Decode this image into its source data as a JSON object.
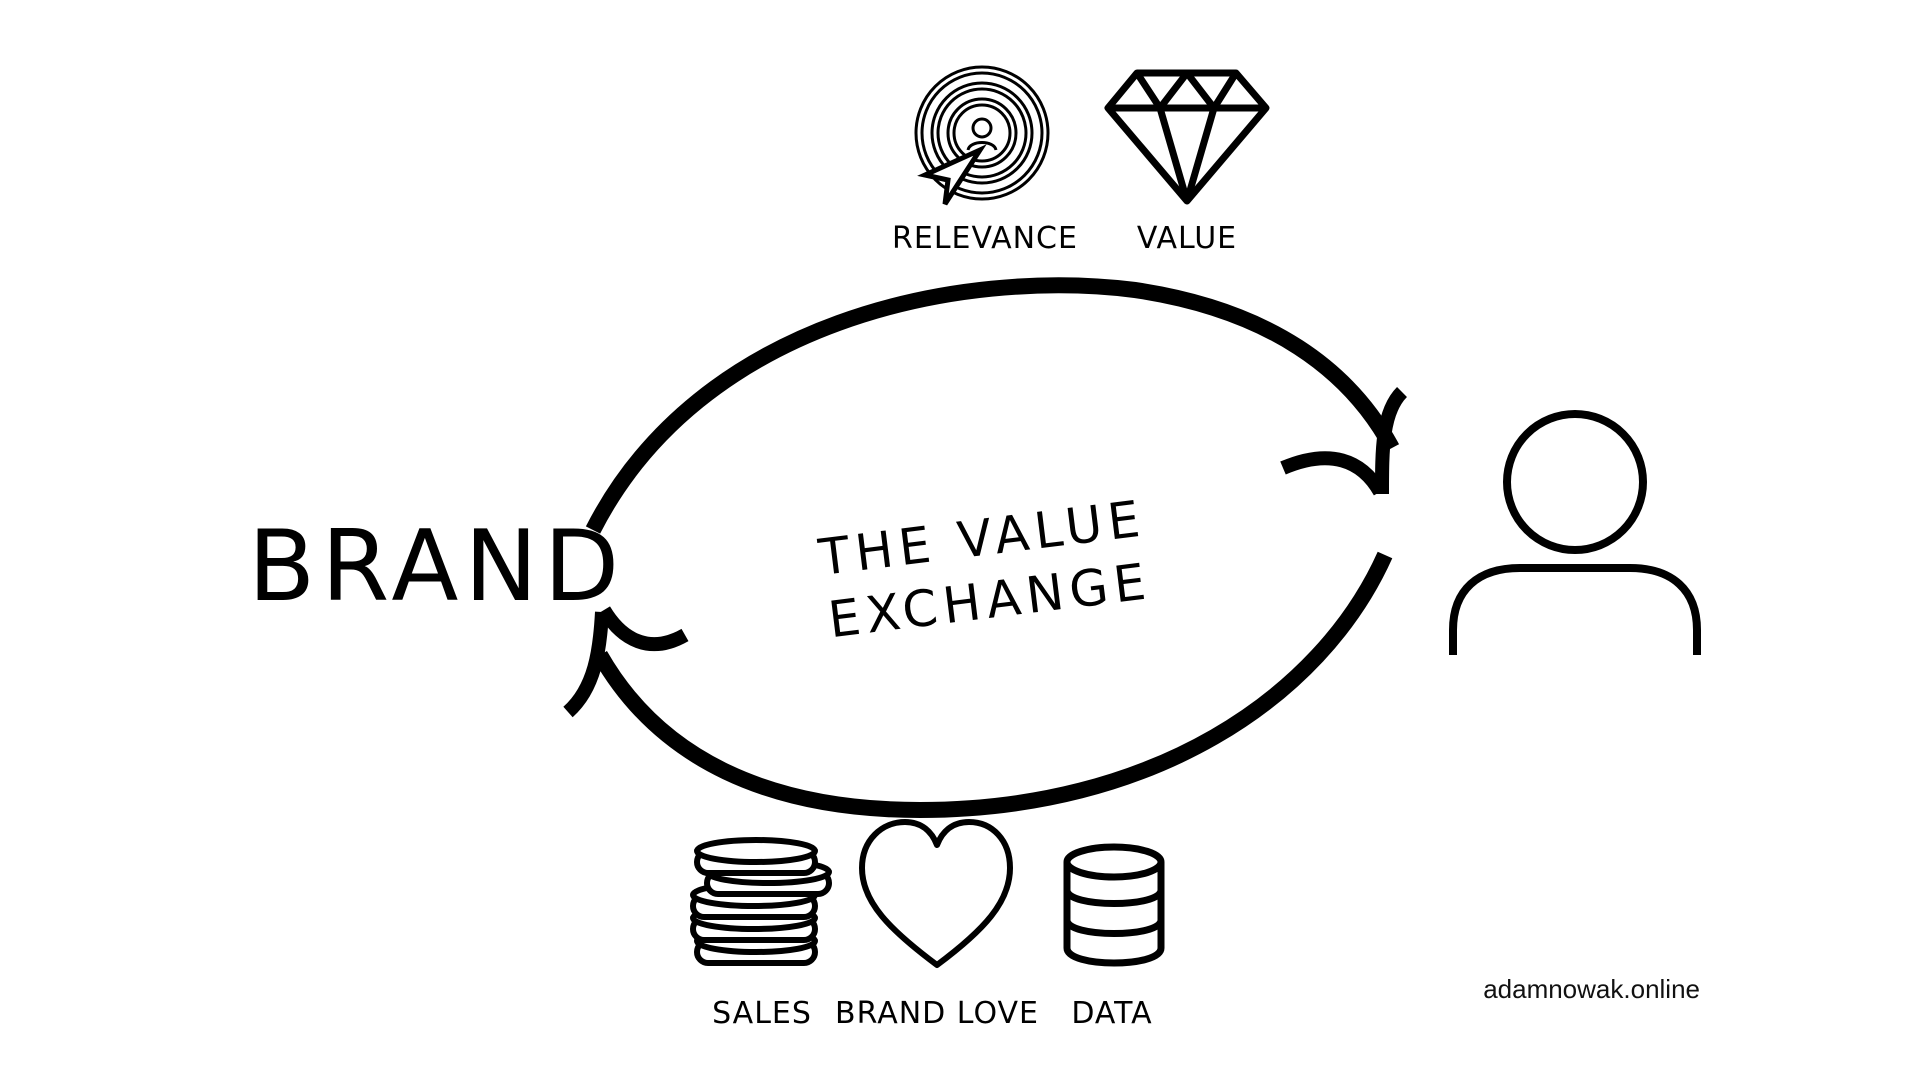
{
  "diagram": {
    "left_node": "BRAND",
    "center": {
      "line1": "THE VALUE",
      "line2": "EXCHANGE"
    },
    "right_node_icon": "person-icon",
    "top_items": [
      {
        "label": "RELEVANCE",
        "icon": "target-cursor-icon"
      },
      {
        "label": "VALUE",
        "icon": "diamond-icon"
      }
    ],
    "bottom_items": [
      {
        "label": "SALES",
        "icon": "coin-stack-icon"
      },
      {
        "label": "BRAND LOVE",
        "icon": "heart-icon"
      },
      {
        "label": "DATA",
        "icon": "database-icon"
      }
    ],
    "credit": "adamnowak.online"
  },
  "colors": {
    "background": "#ffffff",
    "ink": "#000000"
  }
}
